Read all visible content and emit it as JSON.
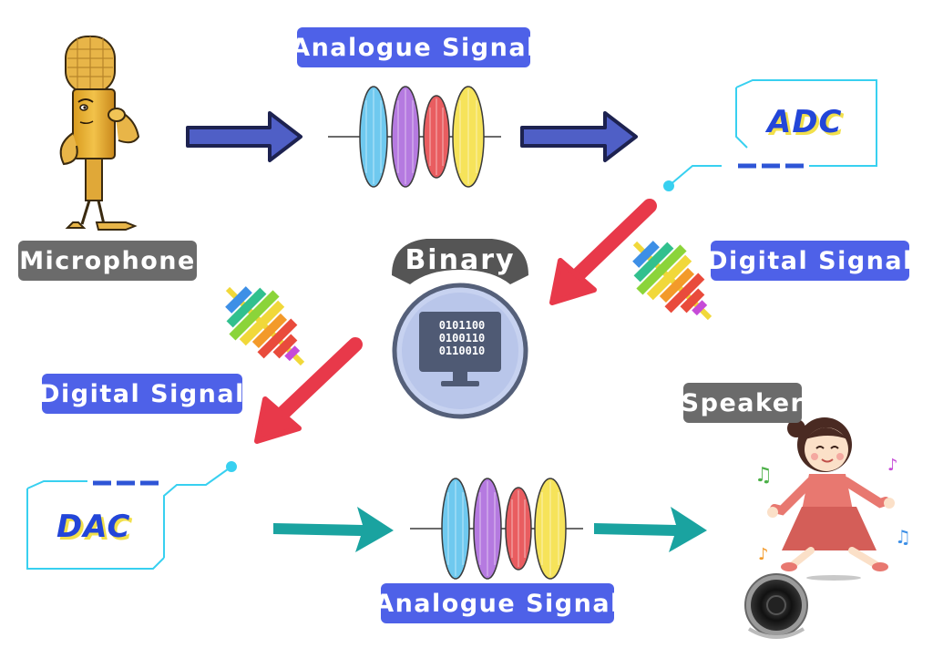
{
  "nodes": {
    "microphone_label": "Microphone",
    "analogue_signal_top": "Analogue Signal",
    "adc_label": "ADC",
    "digital_signal_right": "Digital Signal",
    "binary_label": "Binary",
    "binary_code": [
      "0101100",
      "0100110",
      "0110010"
    ],
    "digital_signal_left": "Digital Signal",
    "speaker_label": "Speaker",
    "dac_label": "DAC",
    "analogue_signal_bottom": "Analogue Signal"
  },
  "colors": {
    "label_blue": "#4e61e8",
    "label_gray": "#6b6b6b",
    "arrow_navy": "#4f5fc6",
    "arrow_red": "#e8394a",
    "arrow_teal": "#1aa3a0",
    "circuit_cyan": "#38d0f0"
  },
  "icons": [
    "microphone-character-icon",
    "sound-wave-icon",
    "digital-bars-icon",
    "computer-monitor-icon",
    "dancing-girl-icon",
    "loudspeaker-icon",
    "music-note-icon"
  ]
}
